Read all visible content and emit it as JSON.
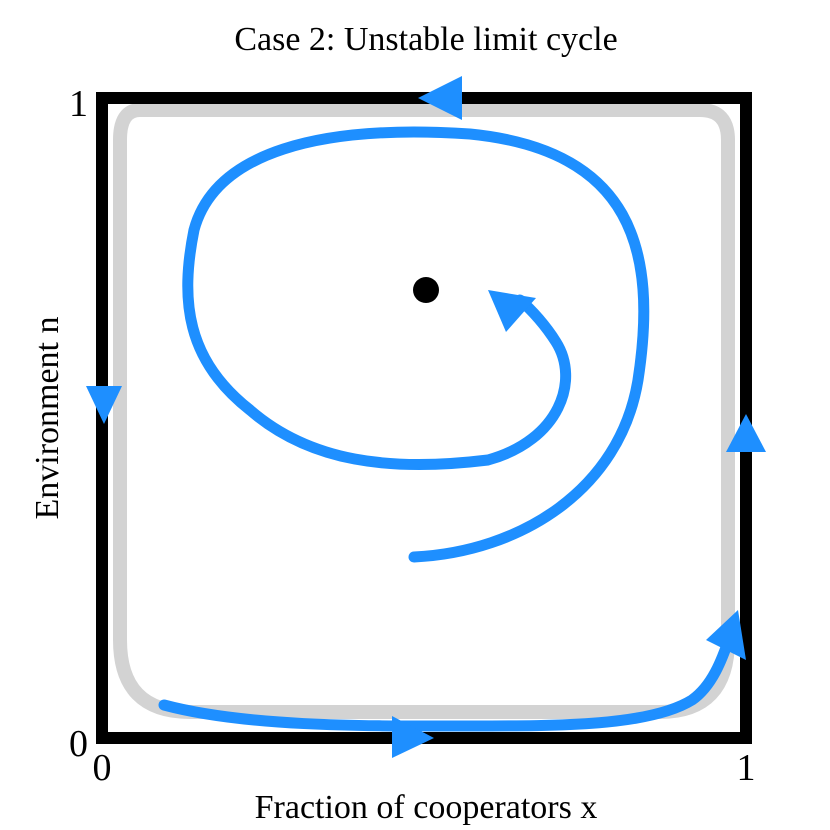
{
  "title": "Case 2: Unstable limit cycle",
  "xlabel": "Fraction of cooperators x",
  "ylabel": "Environment n",
  "ticks": {
    "x_min": "0",
    "x_max": "1",
    "y_min": "0",
    "y_max": "1"
  },
  "colors": {
    "trajectory": "#1e8fff",
    "limit_cycle": "#d3d3d3",
    "frame": "#000000",
    "fixed_point": "#000000"
  },
  "fixed_point": {
    "x": 0.5,
    "n": 0.7
  }
}
